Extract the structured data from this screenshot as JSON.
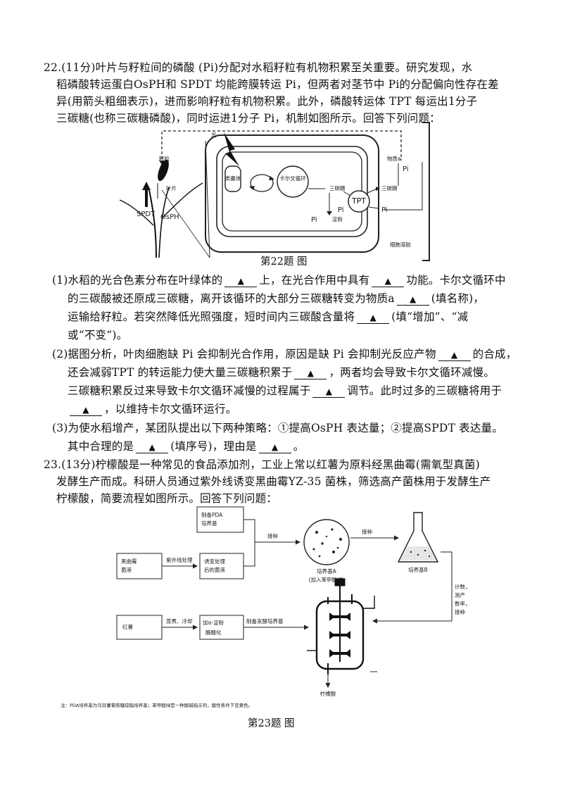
{
  "q22": {
    "stem": [
      "22.(11分)叶片与籽粒间的磷酸 (Pi)分配对水稻籽粒有机物积累至关重要。研究发现，水",
      "稻磷酸转运蛋白OsPH和 SPDT 均能跨膜转运 Pi，但两者对茎节中 Pi的分配偏向性存在差",
      "异(用箭头粗细表示)，进而影响籽粒有机物积累。此外，磷酸转运体 TPT 每运出1分子",
      "三碳糖(也称三碳糖磷酸)，同时运进1分子 Pi，机制如图所示。回答下列问题："
    ],
    "figure": {
      "caption": "第22题 图",
      "labels": {
        "grain": "籽粒",
        "light": "光",
        "leaf": "叶片",
        "spdt": "SPDT",
        "osph": "OsPH",
        "granum": "类囊体",
        "calvin": "卡尔文循环",
        "triose": "三碳糖",
        "triose2": "三碳糖",
        "starch": "淀粉",
        "substance_a": "物质a",
        "tpt": "TPT",
        "pi1": "Pi",
        "pi2": "Pi",
        "pi3": "Pi",
        "pi4": "Pi",
        "cytosol": "细胞溶胶"
      }
    },
    "p1": {
      "a": "(1)水稻的光合色素分布在叶绿体的",
      "b": "上，在光合作用中具有",
      "c": "功能。卡尔文循环中",
      "d": "的三碳酸被还原成三碳糖，离开该循环的大部分三碳糖转变为物质a",
      "e": "(填名称)，",
      "f": "运输给籽粒。若突然降低光照强度，短时间内三碳酸含量将",
      "g": "(填“增加”、“减",
      "h": "或“不变”)。"
    },
    "p2": {
      "a": "(2)据图分析，叶肉细胞缺 Pi 会抑制光合作用，原因是缺 Pi 会抑制光反应产物",
      "b": "的合成，",
      "c": "还会减弱TPT 的转运能力使大量三碳糖积累于",
      "d": "，两者均会导致卡尔文循环减慢。",
      "e": "三碳糖积累反过来导致卡尔文循环减慢的过程属于",
      "f": "调节。此时过多的三碳糖将用于",
      "g": "，以维持卡尔文循环运行。"
    },
    "p3": {
      "a": "(3)为使水稻增产，某团队提出以下两种策略：①提高OsPH 表达量；②提高SPDT 表达量。",
      "b": "其中合理的是",
      "c": "(填序号)，理由是",
      "d": "。"
    }
  },
  "q23": {
    "stem": [
      "23.(13分)柠檬酸是一种常见的食品添加剂，工业上常以红薯为原料经黑曲霉(需氧型真菌)",
      "发酵生产而成。科研人员通过紫外线诱变黑曲霉YZ-35 菌株，筛选高产菌株用于发酵生产",
      "柠檬酸，简要流程如图所示。回答下列问题："
    ],
    "figure": {
      "caption": "第23题 图",
      "labels": {
        "prep_pda_1": "制备PDA",
        "prep_pda_2": "培养基",
        "mold_1": "黑曲霉",
        "mold_2": "菌液",
        "uv": "紫外线处理",
        "induce_1": "诱变处理",
        "induce_2": "后的菌液",
        "inoculate": "接种",
        "inoculate2": "接种",
        "medium_a": "培养基A",
        "medium_a_note": "(加入苯甲酸绿)",
        "medium_b": "培养基B",
        "count_1": "计数，",
        "count_2": "测产",
        "count_3": "数率，",
        "count_4": "接种",
        "sweet_potato": "红薯",
        "crush": "蒸煮、冷却",
        "amylase_1": "加α-淀粉",
        "amylase_2": "酶糖化",
        "prep_ferment": "制备发酵培养基",
        "citric": "柠檬酸",
        "note": "注：PDA培养基为马铃薯葡萄糖琼脂培养基；苯甲酸绿是一种酸碱指示剂，酸性条件下变黄色。"
      }
    }
  },
  "marker": "▲"
}
